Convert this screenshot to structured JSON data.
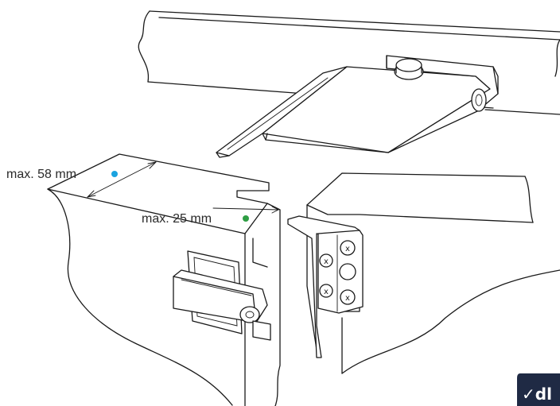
{
  "dimensions": {
    "depth_label": "max. 58 mm",
    "depth_marker_color": "#1aa3e0",
    "thickness_label": "max. 25 mm",
    "thickness_marker_color": "#2f9e44"
  },
  "screws": {
    "cross_symbol": "x"
  },
  "logo": {
    "text": "✓dl",
    "background_color": "#1f2a44",
    "check_color": "#f2c500"
  },
  "colors": {
    "line": "#1a1a1a",
    "background": "#ffffff"
  }
}
